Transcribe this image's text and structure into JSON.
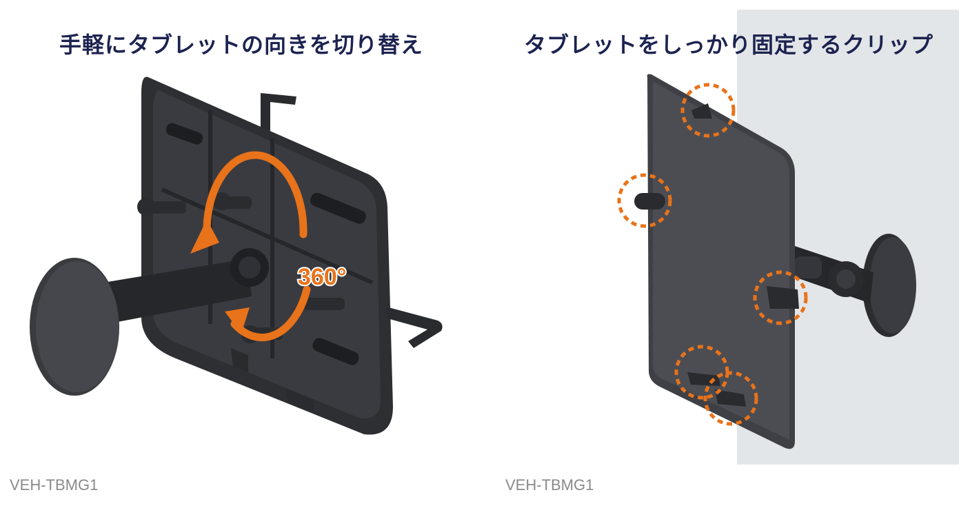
{
  "colors": {
    "heading": "#1c2350",
    "model_label": "#8a8a8a",
    "accent_orange": "#e8731a",
    "product_dark": "#2e2f33",
    "wall_gray": "#e3e6e8"
  },
  "panels": [
    {
      "heading": "手軽にタブレットの向きを切り替え",
      "rotation_badge": "360°",
      "model": "VEH-TBMG1",
      "icons": [
        "rotation-arrow-icon"
      ]
    },
    {
      "heading": "タブレットをしっかり固定するクリップ",
      "model": "VEH-TBMG1",
      "icons": [
        "clip-highlight-circle-icon"
      ]
    }
  ]
}
